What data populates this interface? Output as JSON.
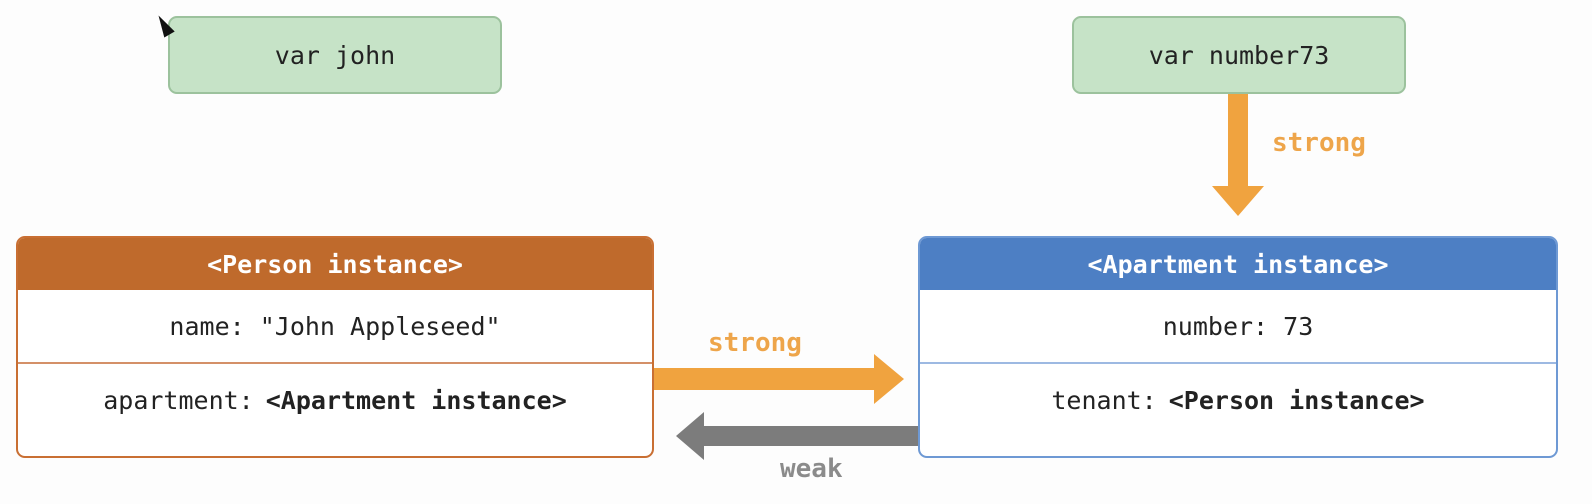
{
  "variables": {
    "john": "var john",
    "number73": "var number73"
  },
  "person_instance": {
    "title": "<Person instance>",
    "name_row": "name: \"John Appleseed\"",
    "apartment_label": "apartment:",
    "apartment_value": "<Apartment instance>"
  },
  "apartment_instance": {
    "title": "<Apartment instance>",
    "number_row": "number: 73",
    "tenant_label": "tenant:",
    "tenant_value": "<Person instance>"
  },
  "edges": {
    "number73_to_apartment": "strong",
    "person_to_apartment": "strong",
    "apartment_to_person": "weak"
  },
  "colors": {
    "strong": "#f0a33f",
    "weak": "#7c7c7c",
    "person_header": "#bf6a2c",
    "apartment_header": "#4d7fc4",
    "variable_fill": "#c6e3c7"
  }
}
